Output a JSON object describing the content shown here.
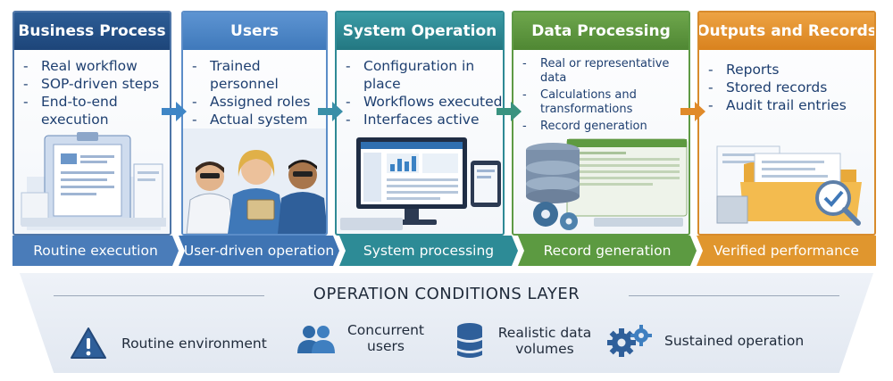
{
  "stages": [
    {
      "title": "Business Process",
      "items": [
        "Real workflow",
        "SOP-driven steps",
        "End-to-end execution"
      ]
    },
    {
      "title": "Users",
      "items": [
        "Trained personnel",
        "Assigned roles",
        "Actual system interaction"
      ]
    },
    {
      "title": "System Operation",
      "items": [
        "Configuration in place",
        "Workflows executed",
        "Interfaces active"
      ]
    },
    {
      "title": "Data Processing",
      "items": [
        "Real or representative data",
        "Calculations and transformations",
        "Record generation"
      ]
    },
    {
      "title": "Outputs and Records",
      "items": [
        "Reports",
        "Stored records",
        "Audit trail entries"
      ]
    }
  ],
  "bar": [
    "Routine execution",
    "User-driven operation",
    "System processing",
    "Record generation",
    "Verified performance"
  ],
  "layer": {
    "title": "OPERATION CONDITIONS LAYER",
    "conditions": [
      {
        "label": "Routine environment",
        "icon": "warning-icon"
      },
      {
        "label": "Concurrent users",
        "icon": "users-icon"
      },
      {
        "label": "Realistic data volumes",
        "icon": "database-icon"
      },
      {
        "label": "Sustained operation",
        "icon": "gears-icon"
      }
    ]
  },
  "colors": {
    "business": "#1d4579",
    "users": "#4a86c8",
    "system": "#2b8a94",
    "data": "#5c9a3e",
    "outputs": "#e3922a",
    "text_blue": "#1e3f70"
  }
}
